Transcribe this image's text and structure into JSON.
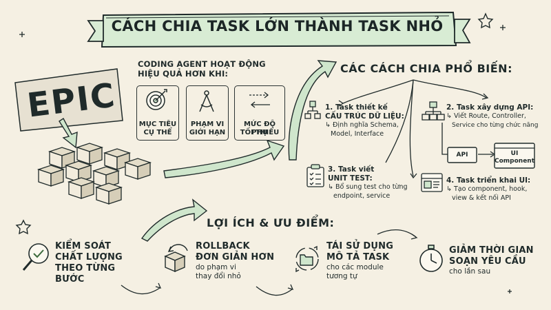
{
  "title": "CÁCH CHIA TASK LỚN THÀNH TASK NHỎ",
  "epic_label": "EPIC",
  "intro": {
    "heading_line1": "CODING AGENT HOẠT ĐỘNG",
    "heading_line2": "HIỆU QUẢ HƠN KHI:",
    "cards": [
      {
        "line1": "MỤC TIÊU",
        "line2": "CỤ THỂ",
        "icon": "target-icon"
      },
      {
        "line1": "PHẠM VI",
        "line2": "GIỚI HẠN",
        "icon": "compass-icon"
      },
      {
        "line1": "MỨC ĐỘ PHỤ",
        "line2": "TỐI THIỂU",
        "icon": "arrows-icon"
      }
    ]
  },
  "methods": {
    "heading": "CÁC CÁCH CHIA PHỔ BIẾN:",
    "items": [
      {
        "title1": "1. Task thiết kế",
        "title2": "CẤU TRÚC DỮ LIỆU:",
        "desc1": "↳ Định nghĩa Schema,",
        "desc2": "Model, Interface",
        "icon": "hierarchy-icon"
      },
      {
        "title1": "2. Task xây dựng API:",
        "title2": "",
        "desc1": "↳ Viết Route, Controller,",
        "desc2": "Service cho từng chức năng",
        "icon": "flowchart-icon"
      },
      {
        "title1": "3. Task viết",
        "title2": "UNIT TEST:",
        "desc1": "↳ Bổ sung test cho từng",
        "desc2": "endpoint, service",
        "icon": "clipboard-icon"
      },
      {
        "title1": "4. Task triển khai UI:",
        "title2": "",
        "desc1": "↳ Tạo component, hook,",
        "desc2": "view & kết nối API",
        "icon": "browser-icon"
      }
    ],
    "api_box": "API",
    "ui_box_line1": "UI",
    "ui_box_line2": "Component"
  },
  "benefits": {
    "heading": "LỢI ÍCH & ƯU ĐIỂM:",
    "items": [
      {
        "title1": "KIỂM SOÁT",
        "title2": "CHẤT LƯỢNG",
        "title3": "THEO TỪNG BƯỚC",
        "desc1": "",
        "desc2": "",
        "icon": "magnifier-check-icon"
      },
      {
        "title1": "ROLLBACK",
        "title2": "ĐƠN GIẢN HƠN",
        "title3": "",
        "desc1": "do phạm vi",
        "desc2": "thay đổi nhỏ",
        "icon": "rollback-icon"
      },
      {
        "title1": "TÁI SỬ DỤNG",
        "title2": "MÔ TẢ TASK",
        "title3": "",
        "desc1": "cho các module",
        "desc2": "tương tự",
        "icon": "reuse-folder-icon"
      },
      {
        "title1": "GIẢM THỜI GIAN",
        "title2": "SOẠN YÊU CẦU",
        "title3": "",
        "desc1": "cho lần sau",
        "desc2": "",
        "icon": "stopwatch-icon"
      }
    ]
  },
  "colors": {
    "background": "#f5f0e3",
    "accent_green": "#cfe6cc",
    "ink": "#1f2a2a"
  }
}
